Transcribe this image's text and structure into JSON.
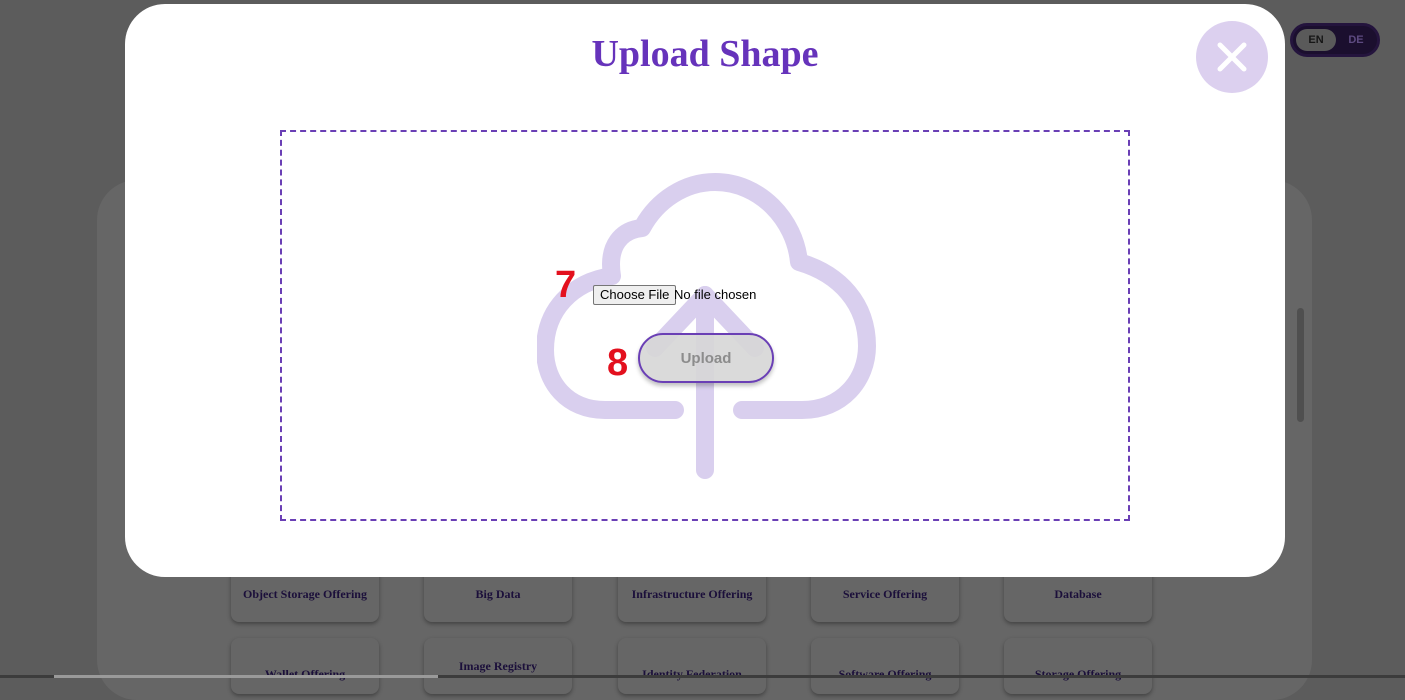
{
  "language_toggle": {
    "options": [
      "EN",
      "DE"
    ],
    "selected": "EN"
  },
  "background_cards": [
    "Object Storage Offering",
    "Big Data",
    "Infrastructure Offering",
    "Service Offering",
    "Database",
    "Wallet Offering",
    "Image Registry",
    "Identity Federation",
    "Software Offering",
    "Storage Offering"
  ],
  "modal": {
    "title": "Upload Shape",
    "close_icon": "close-x-icon",
    "dropzone_icon": "cloud-upload-icon",
    "file_input": {
      "button_label": "Choose File",
      "status": "No file chosen"
    },
    "upload_button_label": "Upload",
    "step_labels": {
      "file_input": "7",
      "upload": "8"
    }
  },
  "colors": {
    "accent": "#6633bb",
    "cloud": "#d9cfee",
    "close_bg": "#dcd0ef",
    "step_label": "#e3101e"
  }
}
